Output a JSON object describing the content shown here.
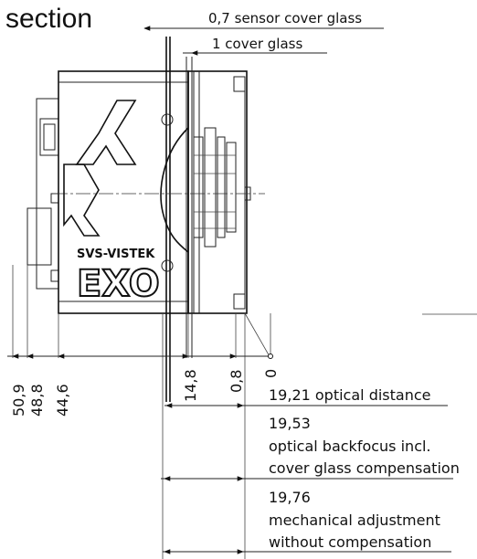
{
  "title": "section",
  "callouts": {
    "sensor_glass": "0,7 sensor cover glass",
    "cover_glass": "1 cover glass"
  },
  "logo": {
    "brand": "SVS-VISTEK",
    "model": "EXO"
  },
  "dimension_ticks": [
    "50,9",
    "48,8",
    "44,6",
    "14,8",
    "0,8",
    "0"
  ],
  "annotations": {
    "optical_distance": "19,21 optical distance",
    "backfocus_value": "19,53",
    "backfocus_line1": "optical backfocus incl.",
    "backfocus_line2": "cover glass compensation",
    "mechanical_value": "19,76",
    "mechanical_line1": "mechanical adjustment",
    "mechanical_line2": "without compensation"
  }
}
